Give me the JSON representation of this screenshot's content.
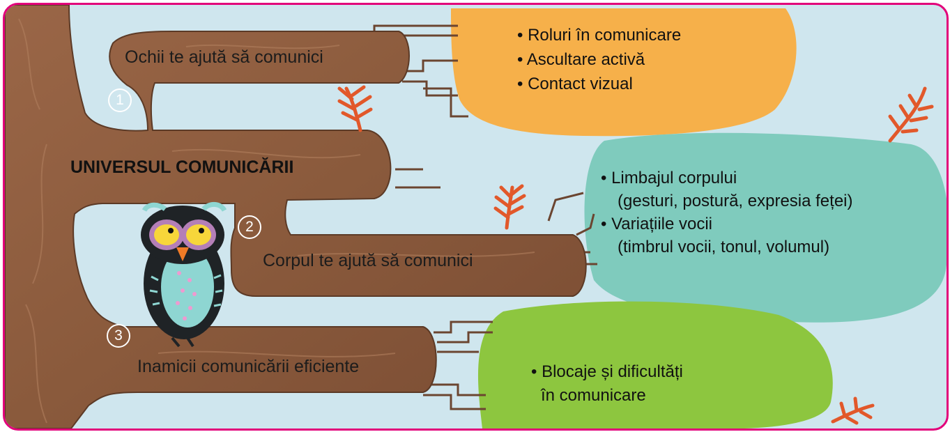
{
  "colors": {
    "frame_border": "#e2007a",
    "sky": "#cfe6ee",
    "trunk": "#8b5a3c",
    "blob_orange": "#f6b04a",
    "blob_teal": "#7fcbbd",
    "blob_green": "#8dc63f",
    "leaf": "#e2582a"
  },
  "center": {
    "title": "UNIVERSUL COMUNICĂRII"
  },
  "branches": [
    {
      "number": "1",
      "label": "Ochii te ajută să comunici",
      "items": [
        "• Roluri în comunicare",
        "• Ascultare activă",
        "• Contact vizual"
      ]
    },
    {
      "number": "2",
      "label": "Corpul te ajută să comunici",
      "items": [
        "• Limbajul corpului",
        "(gesturi, postură, expresia feței)",
        "• Variațiile vocii",
        "(timbrul vocii, tonul, volumul)"
      ]
    },
    {
      "number": "3",
      "label": "Inamicii comunicării eficiente",
      "items": [
        "• Blocaje și dificultăți",
        "în comunicare"
      ]
    }
  ],
  "decorations": {
    "mascot": "owl-illustration",
    "leaves": "autumn-leaf-icon"
  }
}
